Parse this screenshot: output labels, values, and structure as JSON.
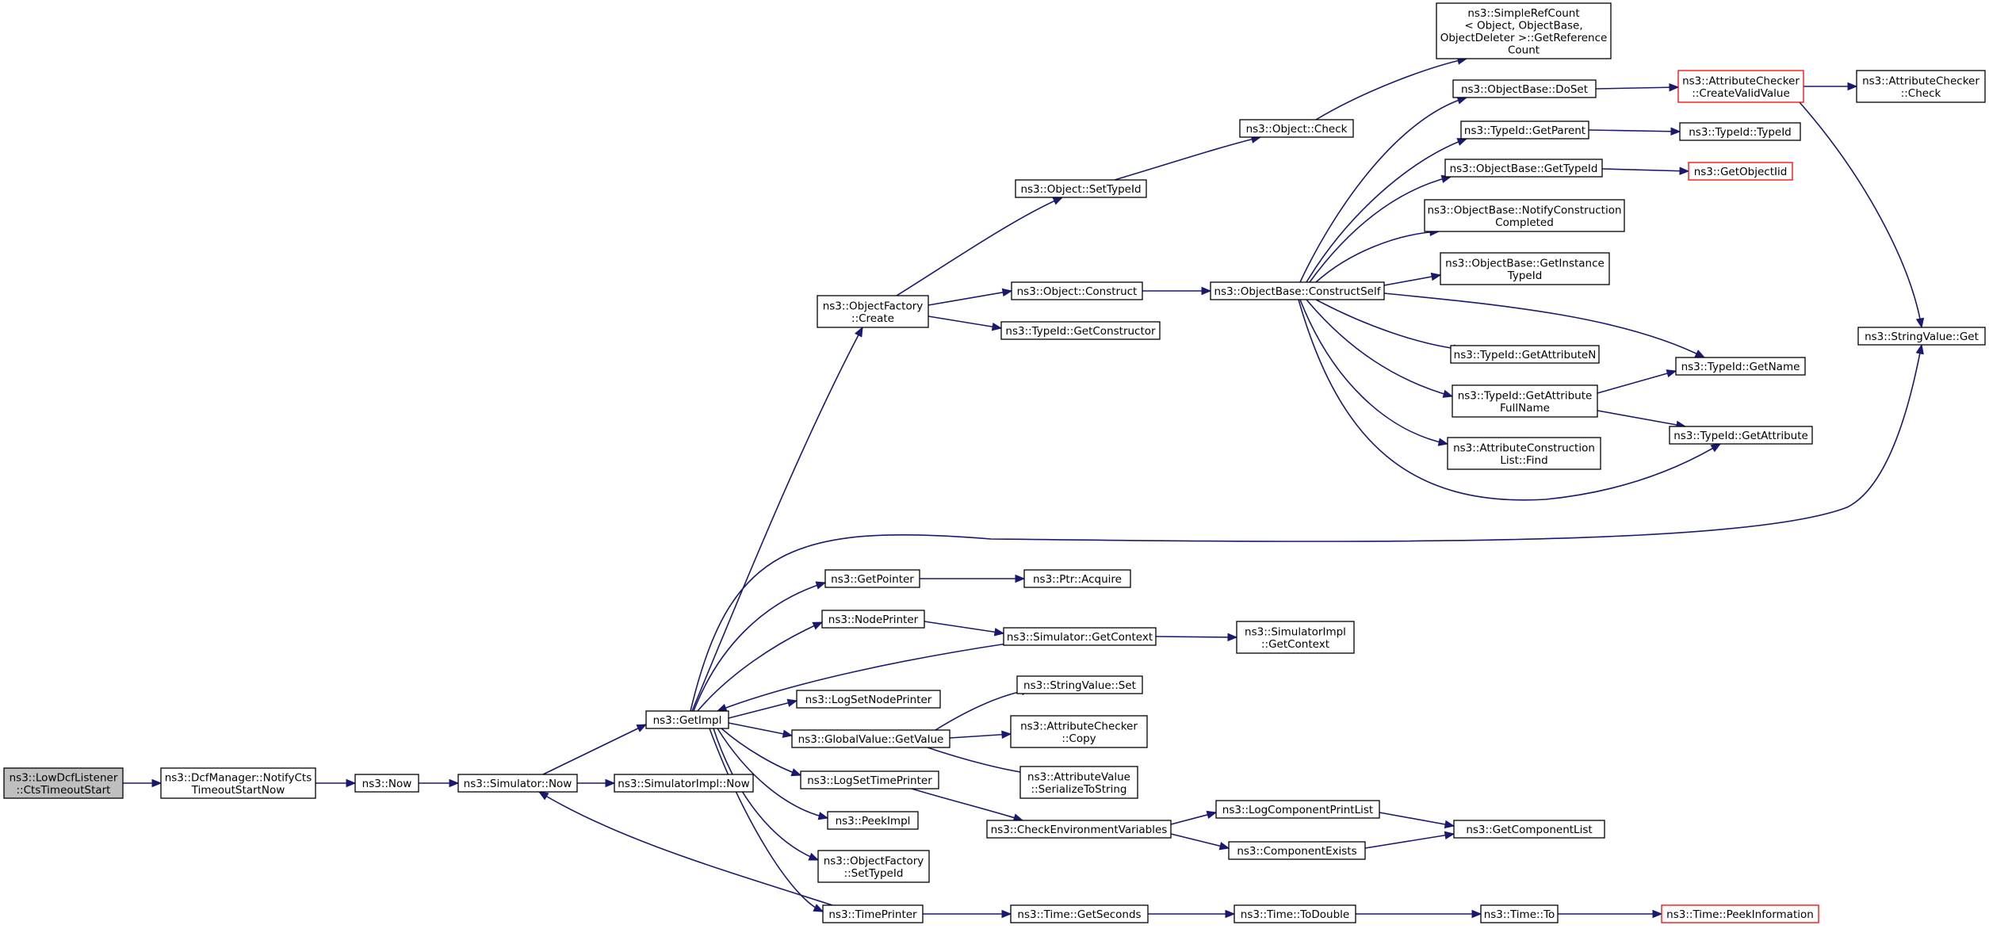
{
  "diagram": {
    "type": "call-graph",
    "colors": {
      "edge": "#191970",
      "node_border": "#000000",
      "node_border_truncated": "#ff0000",
      "root_fill": "#bfbfbf",
      "node_fill": "#ffffff"
    },
    "nodes": [
      {
        "id": "root",
        "lines": [
          "ns3::LowDcfListener",
          "::CtsTimeoutStart"
        ],
        "root": true
      },
      {
        "id": "dcf",
        "lines": [
          "ns3::DcfManager::NotifyCts",
          "TimeoutStartNow"
        ]
      },
      {
        "id": "now",
        "lines": [
          "ns3::Now"
        ]
      },
      {
        "id": "simnow",
        "lines": [
          "ns3::Simulator::Now"
        ]
      },
      {
        "id": "simimplnow",
        "lines": [
          "ns3::SimulatorImpl::Now"
        ]
      },
      {
        "id": "getimpl",
        "lines": [
          "ns3::GetImpl"
        ]
      },
      {
        "id": "ofcreate",
        "lines": [
          "ns3::ObjectFactory",
          "::Create"
        ]
      },
      {
        "id": "getpointer",
        "lines": [
          "ns3::GetPointer"
        ]
      },
      {
        "id": "nodeprinter",
        "lines": [
          "ns3::NodePrinter"
        ]
      },
      {
        "id": "logsetnode",
        "lines": [
          "ns3::LogSetNodePrinter"
        ]
      },
      {
        "id": "gvgetvalue",
        "lines": [
          "ns3::GlobalValue::GetValue"
        ]
      },
      {
        "id": "logsettime",
        "lines": [
          "ns3::LogSetTimePrinter"
        ]
      },
      {
        "id": "peekimpl",
        "lines": [
          "ns3::PeekImpl"
        ]
      },
      {
        "id": "ofsettypeid",
        "lines": [
          "ns3::ObjectFactory",
          "::SetTypeId"
        ]
      },
      {
        "id": "timeprinter",
        "lines": [
          "ns3::TimePrinter"
        ]
      },
      {
        "id": "objsettypeid",
        "lines": [
          "ns3::Object::SetTypeId"
        ]
      },
      {
        "id": "objconstruct",
        "lines": [
          "ns3::Object::Construct"
        ]
      },
      {
        "id": "tidgetctor",
        "lines": [
          "ns3::TypeId::GetConstructor"
        ]
      },
      {
        "id": "ptracquire",
        "lines": [
          "ns3::Ptr::Acquire"
        ]
      },
      {
        "id": "simgetctx",
        "lines": [
          "ns3::Simulator::GetContext"
        ]
      },
      {
        "id": "strvalset",
        "lines": [
          "ns3::StringValue::Set"
        ]
      },
      {
        "id": "acopy",
        "lines": [
          "ns3::AttributeChecker",
          "::Copy"
        ]
      },
      {
        "id": "avser",
        "lines": [
          "ns3::AttributeValue",
          "::SerializeToString"
        ]
      },
      {
        "id": "checkenv",
        "lines": [
          "ns3::CheckEnvironmentVariables"
        ]
      },
      {
        "id": "timegetsec",
        "lines": [
          "ns3::Time::GetSeconds"
        ]
      },
      {
        "id": "objcheck",
        "lines": [
          "ns3::Object::Check"
        ]
      },
      {
        "id": "obconstructself",
        "lines": [
          "ns3::ObjectBase::ConstructSelf"
        ]
      },
      {
        "id": "simimplctx",
        "lines": [
          "ns3::SimulatorImpl",
          "::GetContext"
        ]
      },
      {
        "id": "logcompprint",
        "lines": [
          "ns3::LogComponentPrintList"
        ]
      },
      {
        "id": "compexists",
        "lines": [
          "ns3::ComponentExists"
        ]
      },
      {
        "id": "timetodouble",
        "lines": [
          "ns3::Time::ToDouble"
        ]
      },
      {
        "id": "simplerefcount",
        "lines": [
          "ns3::SimpleRefCount",
          "< Object, ObjectBase,",
          "ObjectDeleter >::GetReference",
          "Count"
        ]
      },
      {
        "id": "obdoset",
        "lines": [
          "ns3::ObjectBase::DoSet"
        ]
      },
      {
        "id": "tidgetparent",
        "lines": [
          "ns3::TypeId::GetParent"
        ]
      },
      {
        "id": "obgettypeid",
        "lines": [
          "ns3::ObjectBase::GetTypeId"
        ]
      },
      {
        "id": "obnotify",
        "lines": [
          "ns3::ObjectBase::NotifyConstruction",
          "Completed"
        ]
      },
      {
        "id": "obgetinst",
        "lines": [
          "ns3::ObjectBase::GetInstance",
          "TypeId"
        ]
      },
      {
        "id": "tidgetattrn",
        "lines": [
          "ns3::TypeId::GetAttributeN"
        ]
      },
      {
        "id": "tidgetattrfull",
        "lines": [
          "ns3::TypeId::GetAttribute",
          "FullName"
        ]
      },
      {
        "id": "acfind",
        "lines": [
          "ns3::AttributeConstruction",
          "List::Find"
        ]
      },
      {
        "id": "getcomplist",
        "lines": [
          "ns3::GetComponentList"
        ]
      },
      {
        "id": "timeto",
        "lines": [
          "ns3::Time::To"
        ]
      },
      {
        "id": "accreate",
        "lines": [
          "ns3::AttributeChecker",
          "::CreateValidValue"
        ],
        "red": true
      },
      {
        "id": "tidtypeid",
        "lines": [
          "ns3::TypeId::TypeId"
        ]
      },
      {
        "id": "getobjectiid",
        "lines": [
          "ns3::GetObjectIid"
        ],
        "red": true
      },
      {
        "id": "tidgetname",
        "lines": [
          "ns3::TypeId::GetName"
        ]
      },
      {
        "id": "tidgetattr",
        "lines": [
          "ns3::TypeId::GetAttribute"
        ]
      },
      {
        "id": "peekinfo",
        "lines": [
          "ns3::Time::PeekInformation"
        ],
        "red": true
      },
      {
        "id": "accheck",
        "lines": [
          "ns3::AttributeChecker",
          "::Check"
        ]
      },
      {
        "id": "strvalget",
        "lines": [
          "ns3::StringValue::Get"
        ]
      }
    ],
    "edges": [
      [
        "root",
        "dcf"
      ],
      [
        "dcf",
        "now"
      ],
      [
        "now",
        "simnow"
      ],
      [
        "simnow",
        "simimplnow"
      ],
      [
        "simnow",
        "getimpl"
      ],
      [
        "getimpl",
        "ofcreate"
      ],
      [
        "getimpl",
        "getpointer"
      ],
      [
        "getimpl",
        "nodeprinter"
      ],
      [
        "getimpl",
        "logsetnode"
      ],
      [
        "getimpl",
        "gvgetvalue"
      ],
      [
        "getimpl",
        "logsettime"
      ],
      [
        "getimpl",
        "peekimpl"
      ],
      [
        "getimpl",
        "ofsettypeid"
      ],
      [
        "getimpl",
        "timeprinter"
      ],
      [
        "getimpl",
        "strvalget"
      ],
      [
        "ofcreate",
        "objsettypeid"
      ],
      [
        "ofcreate",
        "objconstruct"
      ],
      [
        "ofcreate",
        "tidgetctor"
      ],
      [
        "objsettypeid",
        "objcheck"
      ],
      [
        "objcheck",
        "simplerefcount"
      ],
      [
        "objconstruct",
        "obconstructself"
      ],
      [
        "obconstructself",
        "obdoset"
      ],
      [
        "obconstructself",
        "tidgetparent"
      ],
      [
        "obconstructself",
        "obgettypeid"
      ],
      [
        "obconstructself",
        "obnotify"
      ],
      [
        "obconstructself",
        "obgetinst"
      ],
      [
        "obconstructself",
        "tidgetattrn"
      ],
      [
        "obconstructself",
        "tidgetattrfull"
      ],
      [
        "obconstructself",
        "acfind"
      ],
      [
        "obconstructself",
        "tidgetname"
      ],
      [
        "obconstructself",
        "tidgetattr"
      ],
      [
        "obdoset",
        "accreate"
      ],
      [
        "accreate",
        "accheck"
      ],
      [
        "accreate",
        "strvalget"
      ],
      [
        "tidgetparent",
        "tidtypeid"
      ],
      [
        "obgettypeid",
        "getobjectiid"
      ],
      [
        "tidgetattrfull",
        "tidgetname"
      ],
      [
        "tidgetattrfull",
        "tidgetattr"
      ],
      [
        "getpointer",
        "ptracquire"
      ],
      [
        "nodeprinter",
        "simgetctx"
      ],
      [
        "simgetctx",
        "simimplctx"
      ],
      [
        "simgetctx",
        "getimpl"
      ],
      [
        "gvgetvalue",
        "strvalset"
      ],
      [
        "gvgetvalue",
        "acopy"
      ],
      [
        "gvgetvalue",
        "avser"
      ],
      [
        "logsettime",
        "checkenv"
      ],
      [
        "checkenv",
        "logcompprint"
      ],
      [
        "checkenv",
        "compexists"
      ],
      [
        "logcompprint",
        "getcomplist"
      ],
      [
        "compexists",
        "getcomplist"
      ],
      [
        "timeprinter",
        "timegetsec"
      ],
      [
        "timeprinter",
        "simnow"
      ],
      [
        "timegetsec",
        "timetodouble"
      ],
      [
        "timetodouble",
        "timeto"
      ],
      [
        "timeto",
        "peekinfo"
      ]
    ]
  }
}
